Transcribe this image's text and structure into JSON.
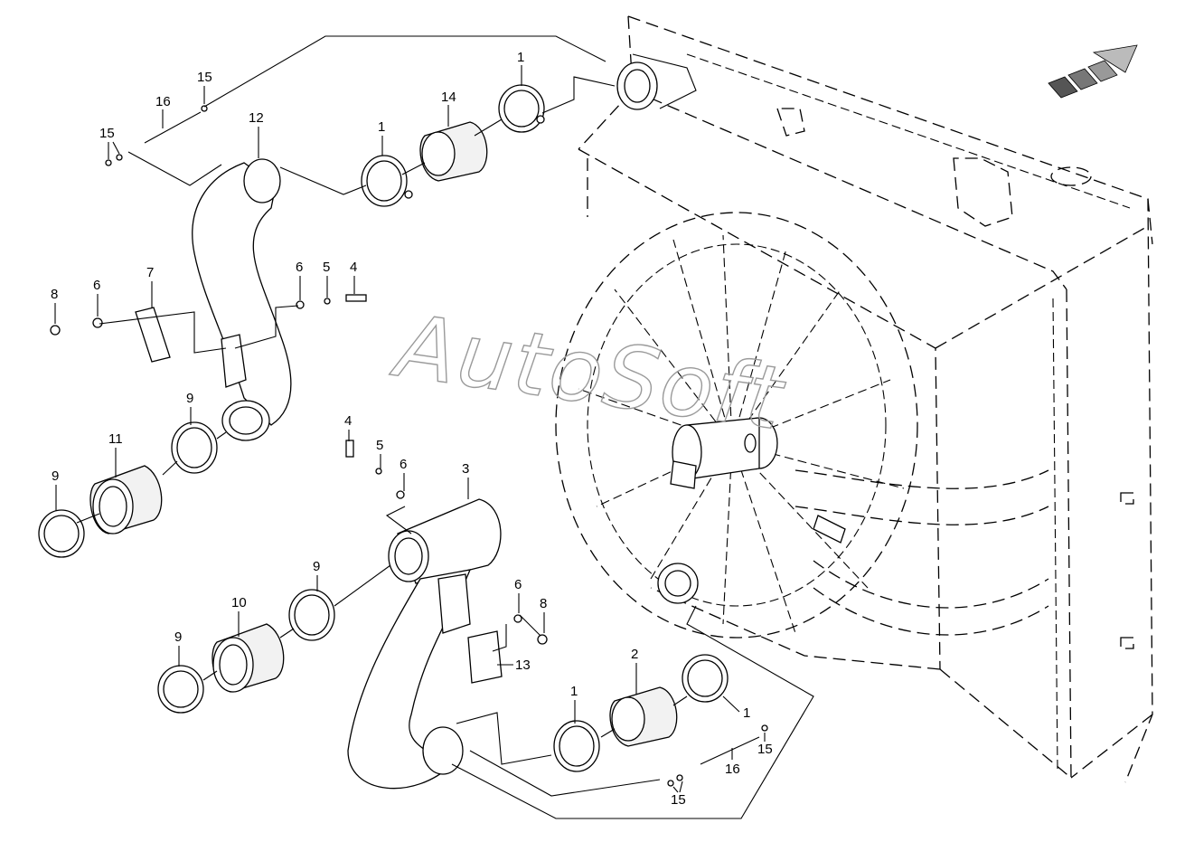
{
  "watermark": "AutoSoft",
  "callouts": {
    "c1a": "1",
    "c1b": "1",
    "c1c": "1",
    "c1d": "1",
    "c2": "2",
    "c3": "3",
    "c4a": "4",
    "c4b": "4",
    "c5a": "5",
    "c5b": "5",
    "c6a": "6",
    "c6b": "6",
    "c6c": "6",
    "c6d": "6",
    "c7": "7",
    "c8a": "8",
    "c8b": "8",
    "c9a": "9",
    "c9b": "9",
    "c9c": "9",
    "c9d": "9",
    "c10": "10",
    "c11": "11",
    "c12": "12",
    "c13": "13",
    "c14": "14",
    "c15a": "15",
    "c15b": "15",
    "c15c": "15",
    "c15d": "15",
    "c16a": "16",
    "c16b": "16"
  },
  "colors": {
    "line": "#000000",
    "watermark": "#9a9a9a",
    "background": "#ffffff"
  },
  "icons": {
    "direction": "forward-arrow-icon"
  }
}
